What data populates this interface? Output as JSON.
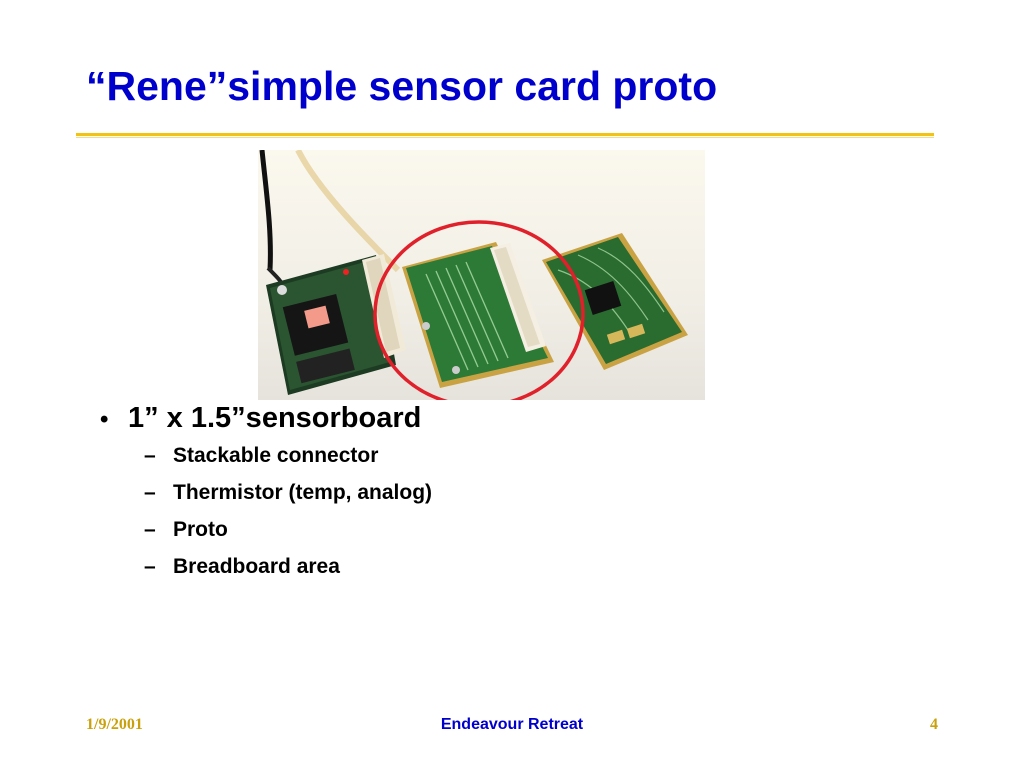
{
  "slide": {
    "title": "“Rene”simple sensor card proto",
    "accent_color": "#f2c315",
    "title_color": "#0000cc"
  },
  "photo": {
    "description_icon": "sensor-boards-photo",
    "highlight_color": "#e0202a"
  },
  "bullets": {
    "main": "1” x 1.5”sensorboard",
    "sub": [
      "Stackable connector",
      "Thermistor (temp, analog)",
      "Proto",
      "Breadboard area"
    ]
  },
  "footer": {
    "date": "1/9/2001",
    "center": "Endeavour Retreat",
    "page": "4"
  }
}
